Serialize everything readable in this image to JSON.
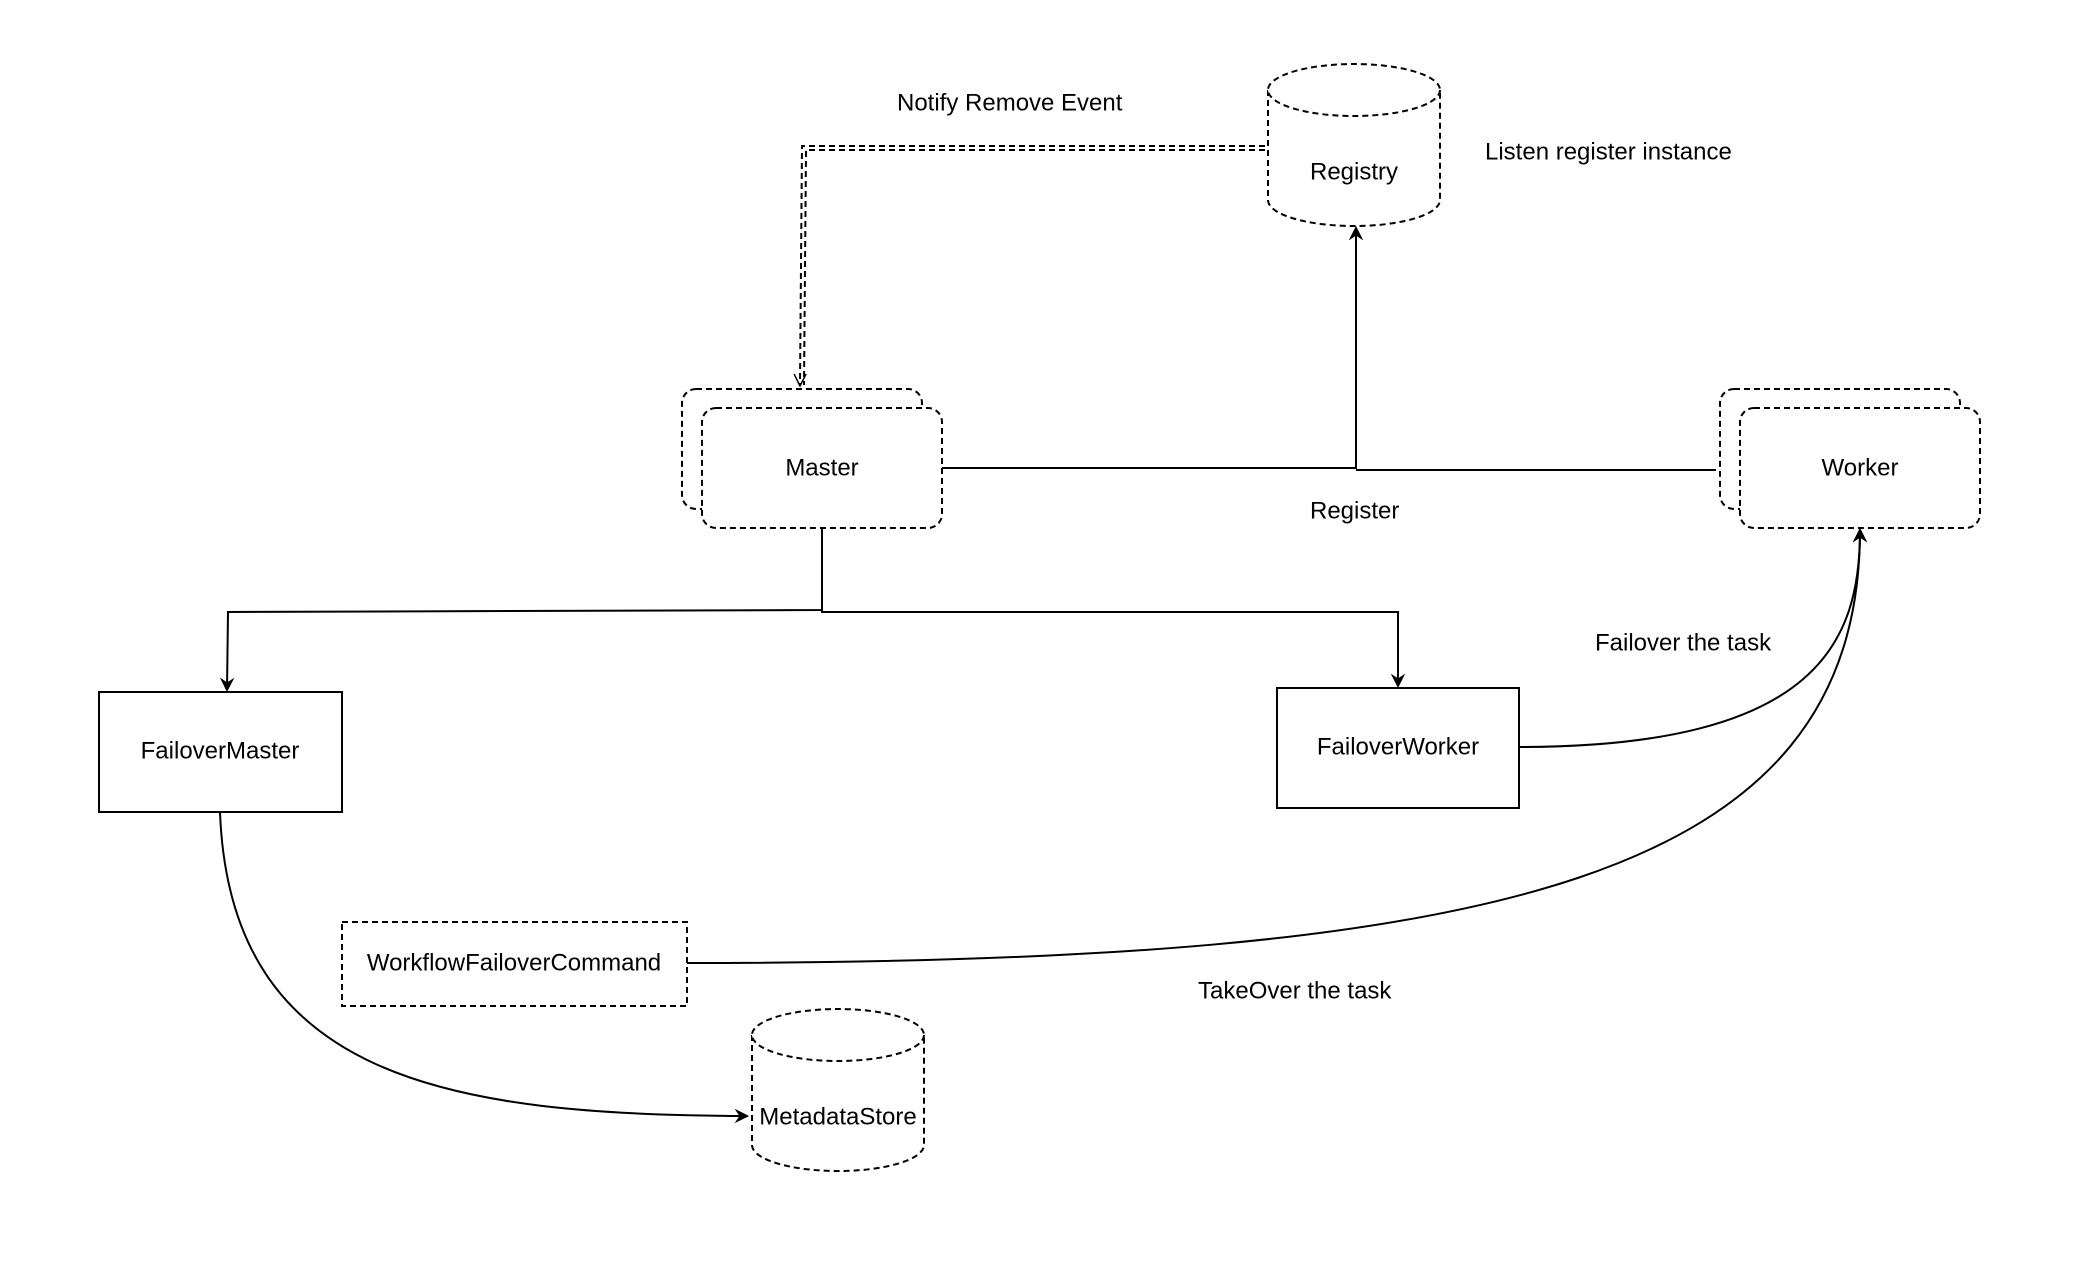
{
  "nodes": {
    "registry": "Registry",
    "master": "Master",
    "worker": "Worker",
    "failover_master": "FailoverMaster",
    "failover_worker": "FailoverWorker",
    "workflow_failover_command": "WorkflowFailoverCommand",
    "metadata_store": "MetadataStore"
  },
  "edges": {
    "notify_remove_event": "Notify Remove Event",
    "listen_register_instance": "Listen register instance",
    "register": "Register",
    "failover_the_task": "Failover the task",
    "takeover_the_task": "TakeOver the task"
  },
  "colors": {
    "stroke": "#000000",
    "fill": "#ffffff",
    "background": "#ffffff"
  }
}
